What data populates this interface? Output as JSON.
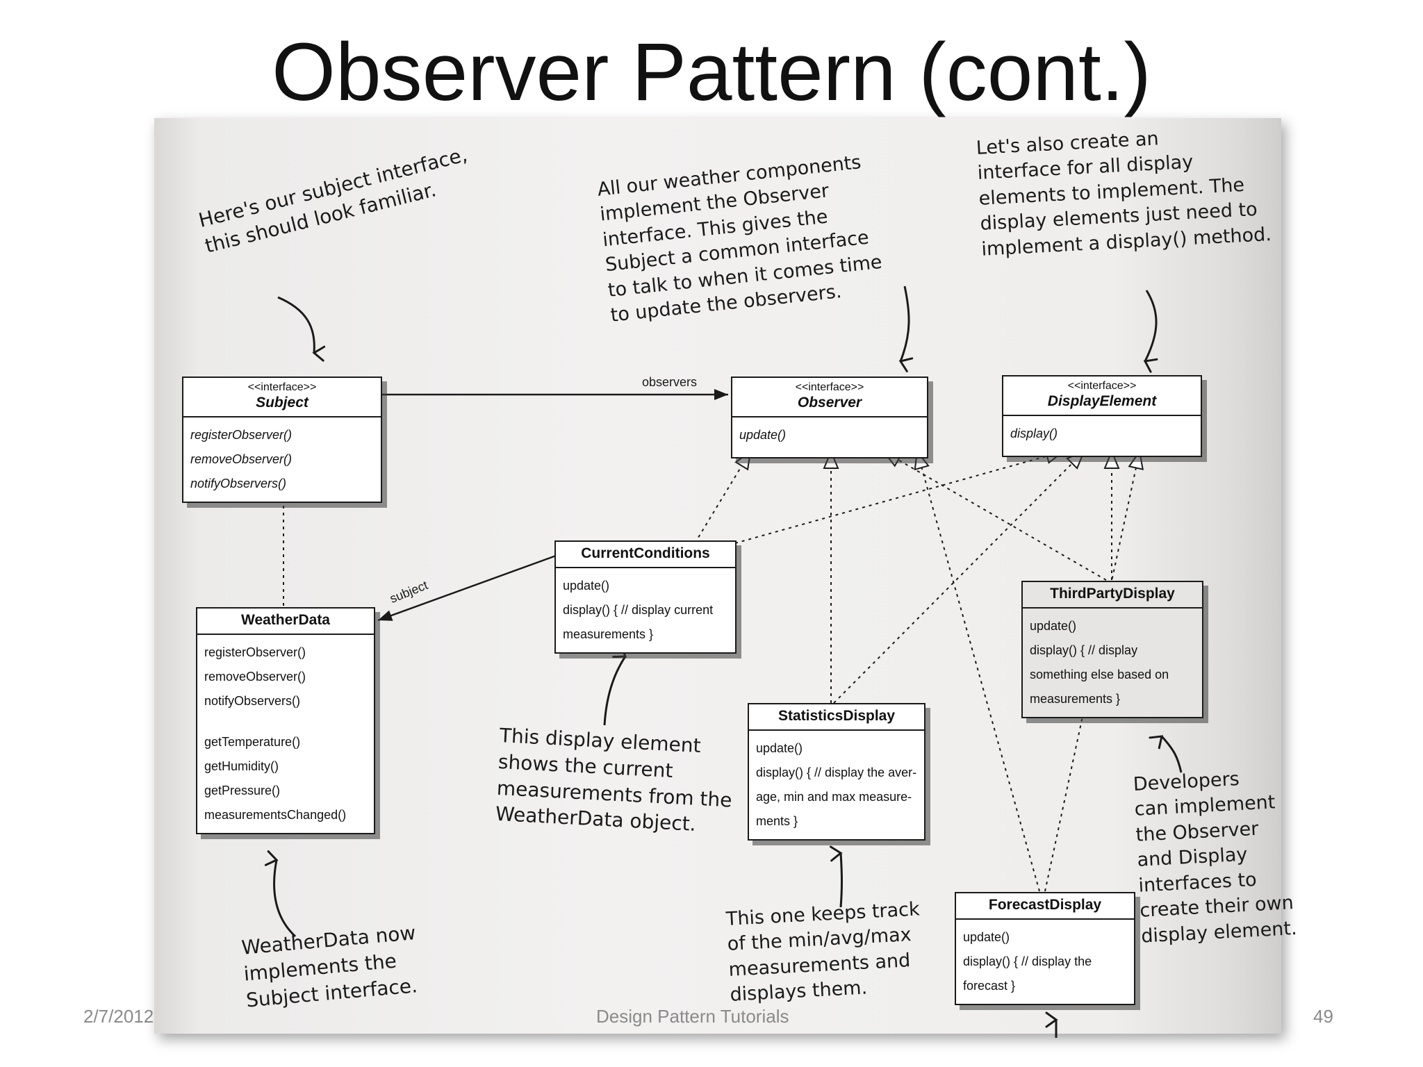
{
  "slide": {
    "title": "Observer Pattern (cont.)",
    "footer_date": "2/7/2012",
    "footer_center": "Design Pattern Tutorials",
    "page_number": "49"
  },
  "classes": {
    "subject": {
      "stereotype": "<<interface>>",
      "name": "Subject",
      "methods": [
        "registerObserver()",
        "removeObserver()",
        "notifyObservers()"
      ]
    },
    "observer": {
      "stereotype": "<<interface>>",
      "name": "Observer",
      "methods": [
        "update()"
      ]
    },
    "display_element": {
      "stereotype": "<<interface>>",
      "name": "DisplayElement",
      "methods": [
        "display()"
      ]
    },
    "weather_data": {
      "name": "WeatherData",
      "methods": [
        "registerObserver()",
        "removeObserver()",
        "notifyObservers()"
      ],
      "methods_extra": [
        "getTemperature()",
        "getHumidity()",
        "getPressure()",
        "measurementsChanged()"
      ]
    },
    "current_conditions": {
      "name": "CurrentConditions",
      "methods": [
        "update()",
        "display() { // display current",
        "measurements }"
      ]
    },
    "third_party_display": {
      "name": "ThirdPartyDisplay",
      "methods": [
        "update()",
        "display() { // display",
        "something else based on",
        "measurements }"
      ]
    },
    "statistics_display": {
      "name": "StatisticsDisplay",
      "methods": [
        "update()",
        "display() { // display the aver-",
        "age, min and max measure-",
        "ments }"
      ]
    },
    "forecast_display": {
      "name": "ForecastDisplay",
      "methods": [
        "update()",
        "display() { // display the",
        "forecast }"
      ]
    }
  },
  "associations": {
    "observers_label": "observers",
    "subject_label": "subject"
  },
  "annotations": {
    "subject_note": "Here's our subject interface,\nthis should look familiar.",
    "observer_note": "All our weather components\nimplement the Observer\ninterface. This gives the\nSubject a common interface\nto talk to when it comes time\nto update the observers.",
    "display_note": "Let's also create an\ninterface for all display\nelements to implement. The\ndisplay elements just need to\nimplement a display() method.",
    "current_note": "This display element\nshows the current\nmeasurements from the\nWeatherData object.",
    "weatherdata_note": "WeatherData now\nimplements the\nSubject interface.",
    "statistics_note": "This one keeps track\nof the min/avg/max\nmeasurements and\ndisplays them.",
    "developers_note": "Developers\ncan implement\nthe Observer\nand Display\ninterfaces to\ncreate their own\ndisplay element."
  }
}
